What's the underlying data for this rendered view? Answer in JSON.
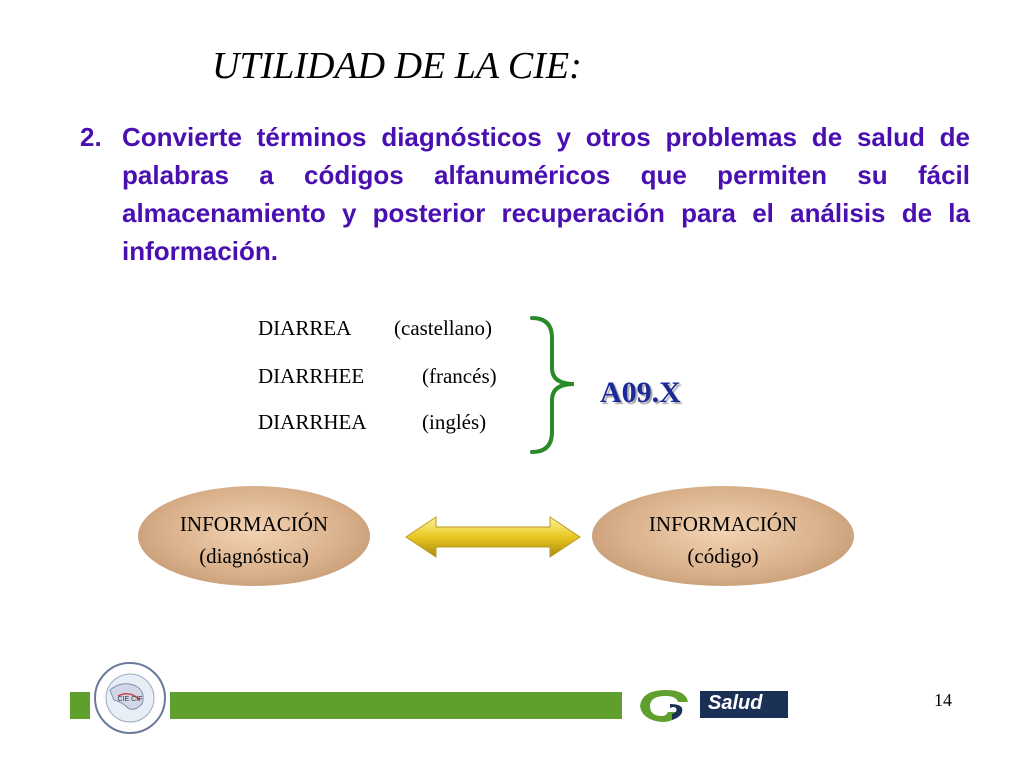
{
  "title": "UTILIDAD DE LA CIE:",
  "point": {
    "number": "2.",
    "text": "Convierte términos diagnósticos y otros problemas de salud de palabras a códigos  alfanuméricos que permiten su fácil almacenamiento y posterior recuperación para el análisis de la información."
  },
  "terms": [
    {
      "word": "DIARREA",
      "language": "(castellano)"
    },
    {
      "word": "DIARRHEE",
      "language": "(francés)"
    },
    {
      "word": "DIARRHEA",
      "language": "(inglés)"
    }
  ],
  "code": "A09.X",
  "left_oval": {
    "line1": "INFORMACIÓN",
    "line2": "(diagnóstica)"
  },
  "right_oval": {
    "line1": "INFORMACIÓN",
    "line2": "(código)"
  },
  "footer": {
    "page_number": "14",
    "brand": "Salud",
    "seal_text": "CIE CIF"
  },
  "colors": {
    "point_text": "#4a0fb0",
    "code": "#1a2a9a",
    "brace": "#2a8a2a",
    "footer_bar": "#5f9f2e",
    "arrow": "#e8c820"
  }
}
